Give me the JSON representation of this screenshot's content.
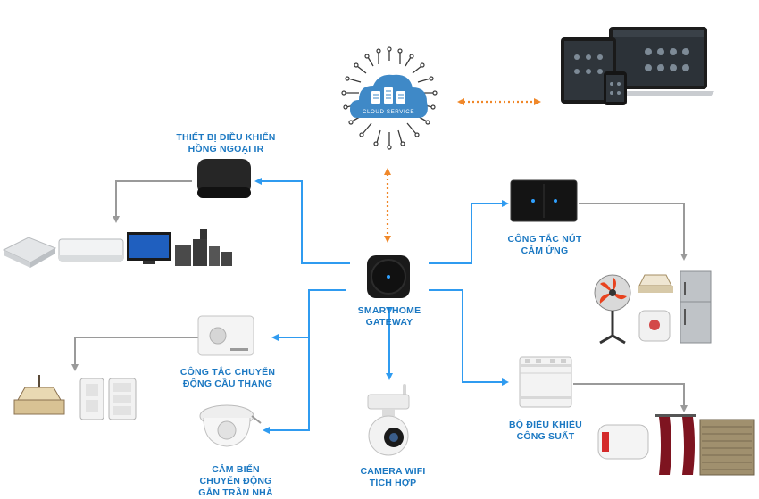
{
  "cloud": {
    "label": "CLOUD SERVICE"
  },
  "labels": {
    "ir": "THIẾT BỊ ĐIỀU KHIỂN\nHỒNG NGOẠI IR",
    "gateway": "SMARTHOME\nGATEWAY",
    "touch": "CÔNG TẮC NÚT\nCẢM ỨNG",
    "stair": "CÔNG TẮC CHUYỂN\nĐỘNG CẦU THANG",
    "sensor": "CẢM BIẾN\nCHUYỂN ĐỘNG\nGẮN TRẦN NHÀ",
    "camera": "CAMERA WIFI\nTÍCH HỢP",
    "power": "BỘ ĐIỀU KHIỂU\nCÔNG SUẤT"
  },
  "colors": {
    "link": "#2f9bf0",
    "cloud_link": "#f0882a",
    "feed": "#9a9a9a",
    "label": "#1b78c2"
  }
}
